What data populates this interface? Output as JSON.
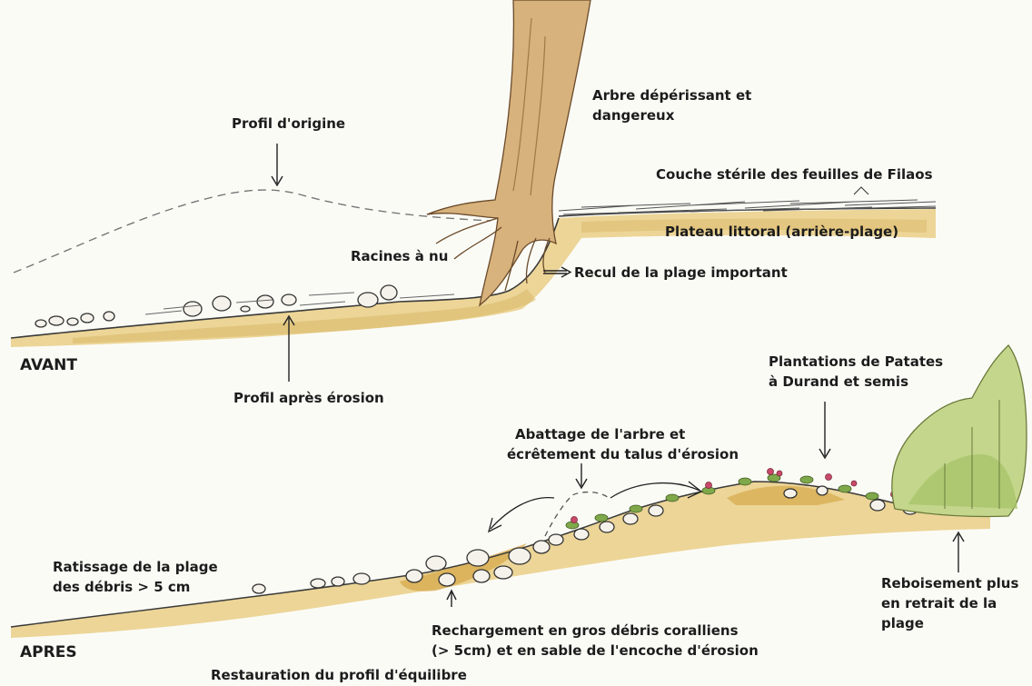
{
  "avant": {
    "section_label": "AVANT",
    "profil_origine": "Profil d'origine",
    "arbre": [
      "Arbre dépérissant et",
      "dangereux"
    ],
    "couche": "Couche stérile des feuilles de Filaos",
    "plateau": "Plateau littoral (arrière-plage)",
    "racines": "Racines à nu",
    "recul": "Recul de la plage important",
    "profil_apres": "Profil après érosion"
  },
  "apres": {
    "section_label": "APRES",
    "plantations": [
      "Plantations de Patates",
      "à Durand et semis"
    ],
    "abattage": [
      "Abattage de l'arbre et",
      "écrêtement du talus d'érosion"
    ],
    "ratissage": [
      "Ratissage de la plage",
      "des débris > 5 cm"
    ],
    "reboisement": [
      "Reboisement plus",
      "en retrait de la",
      "plage"
    ],
    "rechargement": [
      "Rechargement en gros débris coralliens",
      "(> 5cm) et en sable de l'encoche d'érosion"
    ],
    "restauration": "Restauration du profil d'équilibre"
  },
  "colors": {
    "sand": "#e8cf8a",
    "sand_dark": "#d2a44a",
    "trunk": "#c8a068",
    "foliage": "#a8c46a",
    "flower": "#c84a6a",
    "ink": "#2a2a2a"
  }
}
